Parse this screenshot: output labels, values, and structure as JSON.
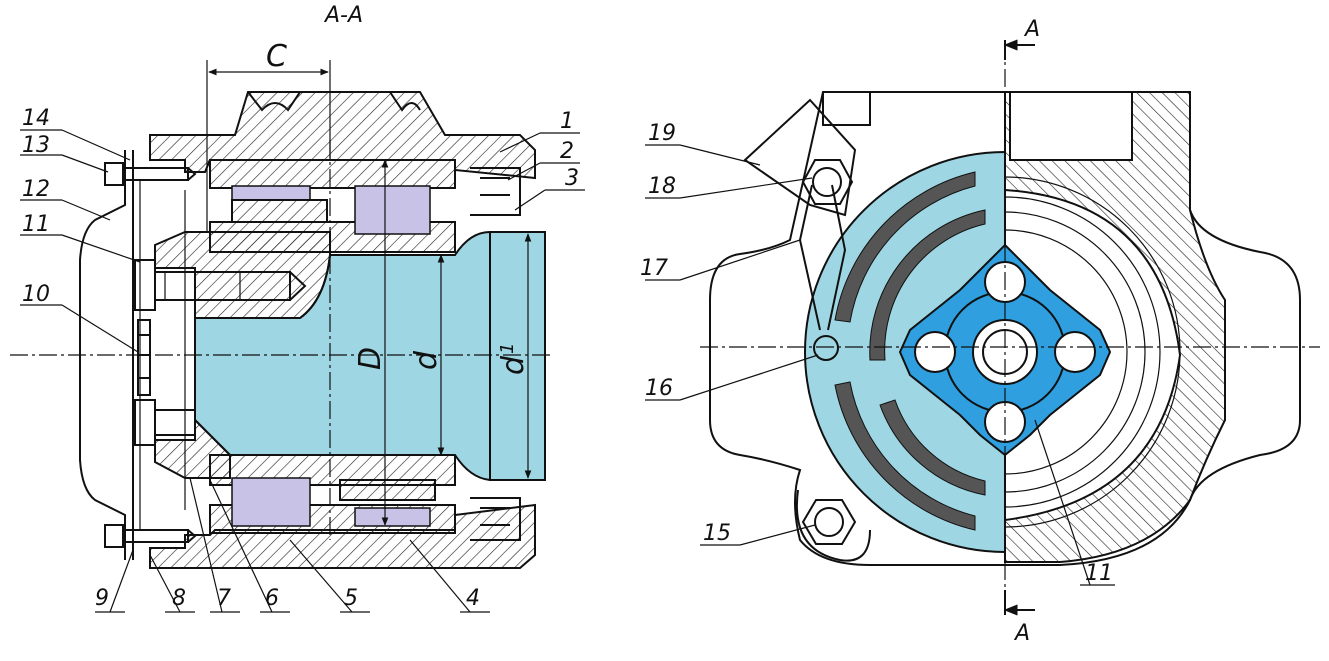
{
  "section_title": "A-A",
  "section_marks": {
    "top": "A",
    "bottom": "A"
  },
  "dimensions": {
    "c": "C",
    "D": "D",
    "d": "d",
    "d1_base": "d",
    "d1_sub": "1"
  },
  "left_labels": {
    "l1": "1",
    "l2": "2",
    "l3": "3",
    "l4": "4",
    "l5": "5",
    "l6": "6",
    "l7": "7",
    "l8": "8",
    "l9": "9",
    "l10": "10",
    "l11": "11",
    "l12": "12",
    "l13": "13",
    "l14": "14"
  },
  "right_labels": {
    "l15": "15",
    "l16": "16",
    "l17": "17",
    "l18": "18",
    "l19": "19",
    "l11": "11"
  },
  "colors": {
    "cavity": "#9fd6e3",
    "rollers": "#c7c2e6",
    "star": "#2f9fe0",
    "line": "#111111"
  }
}
